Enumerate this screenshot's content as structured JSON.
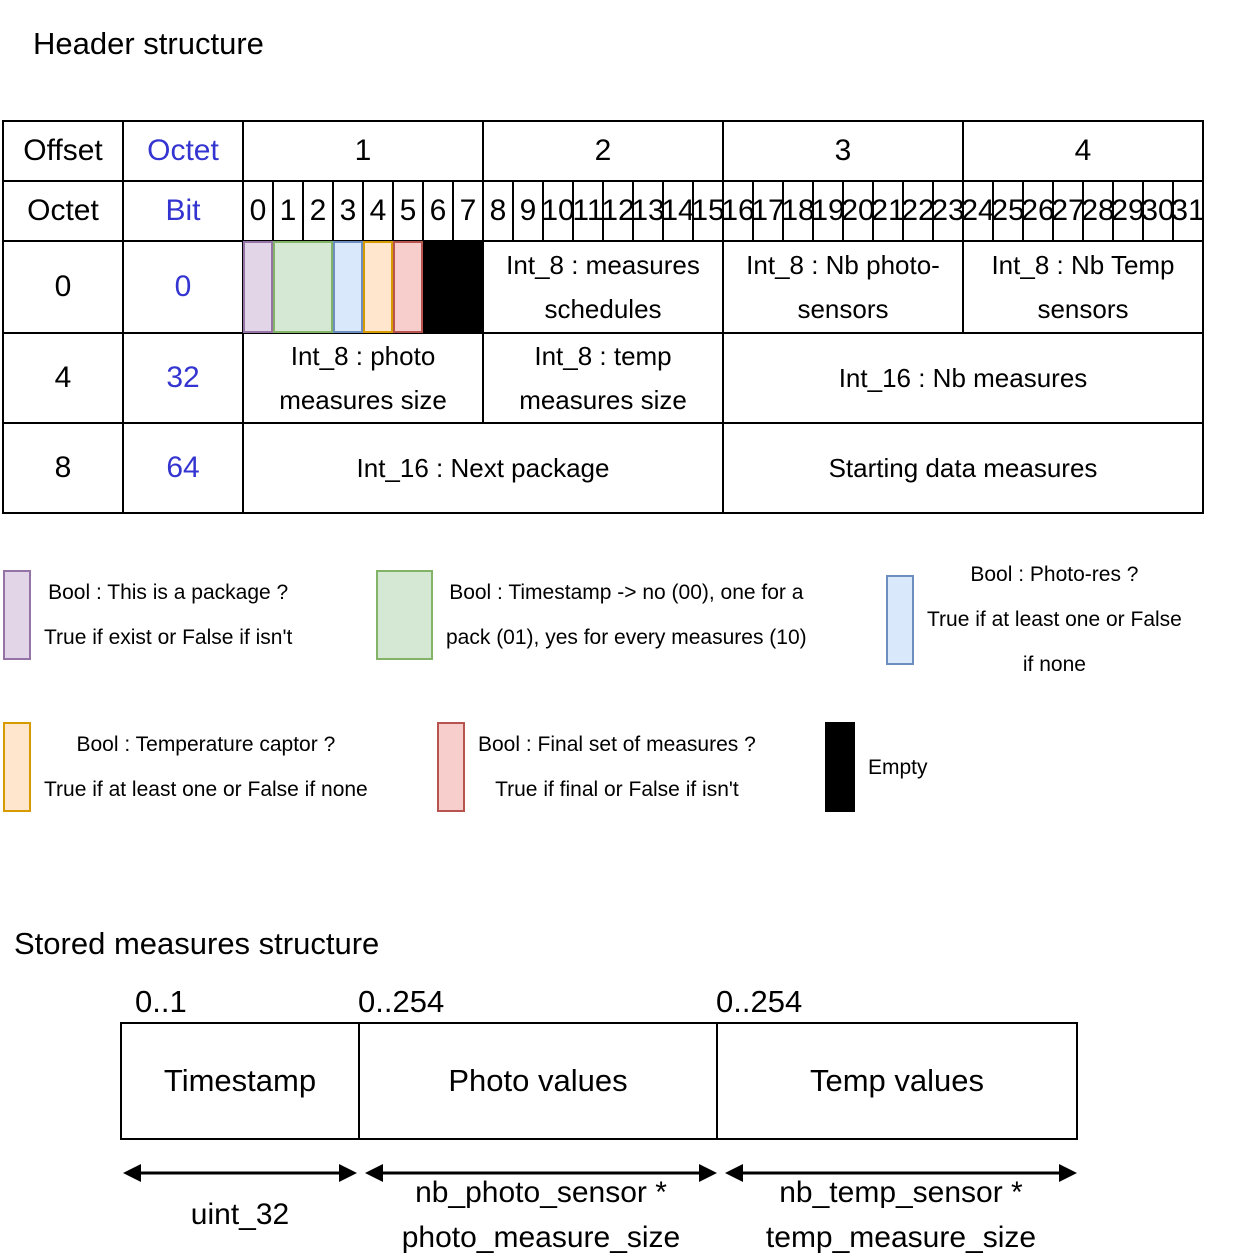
{
  "colors": {
    "accent_blue": "#3434d1",
    "package": {
      "fill": "#E1D5E7",
      "stroke": "#9673A6"
    },
    "timestamp": {
      "fill": "#D5E8D4",
      "stroke": "#82B366"
    },
    "photo": {
      "fill": "#DAE8FC",
      "stroke": "#6C8EBF"
    },
    "temperature": {
      "fill": "#FFE6CC",
      "stroke": "#D79B00"
    },
    "final": {
      "fill": "#F8CECC",
      "stroke": "#B85450"
    },
    "empty": {
      "fill": "#000000",
      "stroke": "#000000"
    }
  },
  "header": {
    "title": "Header structure",
    "table": {
      "offset_label": "Offset",
      "octet_label": "Octet",
      "octet_row_label": "Octet",
      "bit_label": "Bit",
      "octets": [
        "1",
        "2",
        "3",
        "4"
      ],
      "bits": [
        "0",
        "1",
        "2",
        "3",
        "4",
        "5",
        "6",
        "7",
        "8",
        "9",
        "10",
        "11",
        "12",
        "13",
        "14",
        "15",
        "16",
        "17",
        "18",
        "19",
        "20",
        "21",
        "22",
        "23",
        "24",
        "25",
        "26",
        "27",
        "28",
        "29",
        "30",
        "31"
      ],
      "rows": [
        {
          "offset": "0",
          "bit": "0",
          "fields": [
            "Int_8 : measures\nschedules",
            "Int_8 : Nb photo-\nsensors",
            "Int_8 : Nb Temp\nsensors"
          ]
        },
        {
          "offset": "4",
          "bit": "32",
          "fields": [
            "Int_8 : photo\nmeasures size",
            "Int_8 : temp\nmeasures size",
            "Int_16 : Nb measures"
          ]
        },
        {
          "offset": "8",
          "bit": "64",
          "fields": [
            "Int_16 : Next package",
            "Starting data measures"
          ]
        }
      ]
    }
  },
  "legend": {
    "items": [
      {
        "key": "package",
        "text": "Bool : This is a package ?\nTrue if exist or False if isn't"
      },
      {
        "key": "timestamp",
        "text": "Bool : Timestamp -> no (00), one for a\npack (01), yes for every measures (10)"
      },
      {
        "key": "photo",
        "text": "Bool : Photo-res ?\nTrue if at least one or False\nif none"
      },
      {
        "key": "temperature",
        "text": "Bool : Temperature captor ?\nTrue if at least one or False if none"
      },
      {
        "key": "final",
        "text": "Bool : Final set of measures ?\nTrue if final or False if isn't"
      },
      {
        "key": "empty",
        "text": "Empty"
      }
    ]
  },
  "stored": {
    "title": "Stored measures structure",
    "ranges": [
      "0..1",
      "0..254",
      "0..254"
    ],
    "boxes": [
      "Timestamp",
      "Photo values",
      "Temp values"
    ],
    "arrow_labels": [
      "uint_32",
      "nb_photo_sensor *\nphoto_measure_size",
      "nb_temp_sensor *\ntemp_measure_size"
    ]
  }
}
